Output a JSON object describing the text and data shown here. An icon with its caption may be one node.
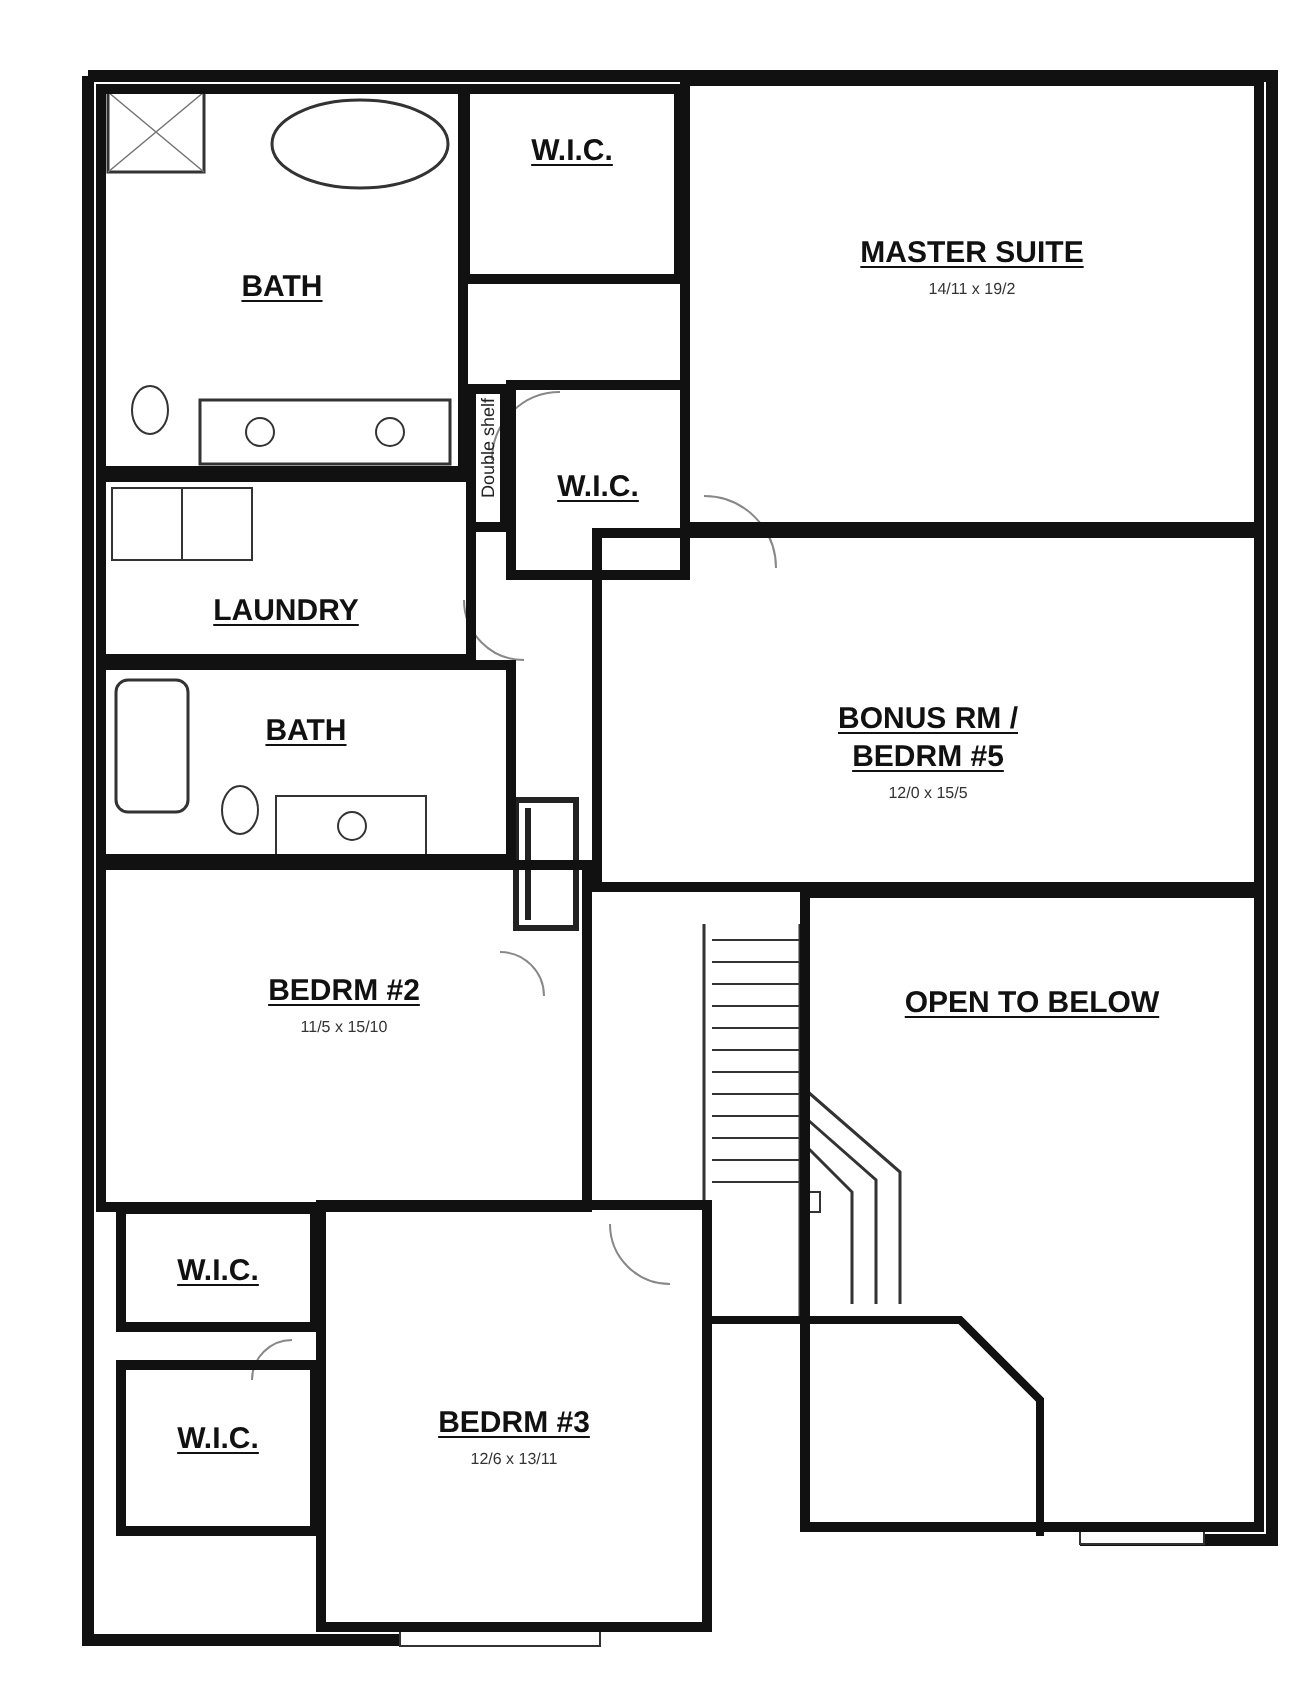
{
  "diagram": {
    "nodes": [
      {
        "text": [
          "BATH"
        ]
      },
      {
        "text": [
          "W.I.C."
        ]
      },
      {
        "text": [
          "MASTER SUITE",
          "14/11 x 19/2"
        ]
      },
      {
        "text": [
          "Double shelf"
        ]
      },
      {
        "text": [
          "W.I.C."
        ]
      },
      {
        "text": [
          "LAUNDRY"
        ]
      },
      {
        "text": [
          "BATH"
        ]
      },
      {
        "text": [
          "BONUS RM / BEDRM #5",
          "12/0 x 15/5"
        ]
      },
      {
        "text": [
          "BEDRM #2",
          "11/5 x 15/10"
        ]
      },
      {
        "text": [
          "OPEN TO BELOW"
        ]
      },
      {
        "text": [
          "W.I.C."
        ]
      },
      {
        "text": [
          "W.I.C."
        ]
      },
      {
        "text": [
          "BEDRM #3",
          "12/6 x 13/11"
        ]
      }
    ]
  }
}
